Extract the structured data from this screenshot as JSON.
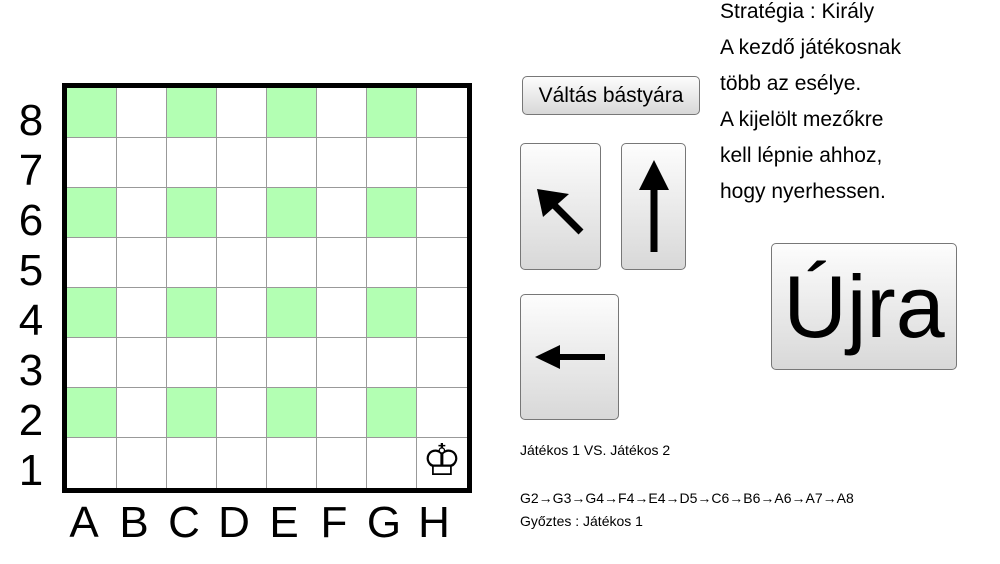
{
  "board": {
    "ranks": [
      "8",
      "7",
      "6",
      "5",
      "4",
      "3",
      "2",
      "1"
    ],
    "files": [
      "A",
      "B",
      "C",
      "D",
      "E",
      "F",
      "G",
      "H"
    ],
    "highlighted": [
      "A8",
      "C8",
      "E8",
      "G8",
      "A6",
      "C6",
      "E6",
      "G6",
      "A4",
      "C4",
      "E4",
      "G4",
      "A2",
      "C2",
      "E2",
      "G2"
    ],
    "pieces": [
      {
        "square": "H1",
        "piece": "white-king",
        "glyph": "♔"
      }
    ],
    "highlight_color": "#b3ffb3"
  },
  "controls": {
    "switch_label": "Váltás bástyára",
    "restart_label": "Újra",
    "arrows": [
      {
        "name": "up-left-arrow",
        "glyph": "🡔"
      },
      {
        "name": "up-arrow",
        "glyph": "🡑"
      },
      {
        "name": "left-arrow",
        "glyph": "🡐"
      }
    ]
  },
  "info": {
    "lines": [
      "Stratégia : Király",
      "A kezdő játékosnak",
      "több az esélye.",
      "A kijelölt mezőkre",
      "kell lépnie ahhoz,",
      "hogy nyerhessen."
    ]
  },
  "game": {
    "players": "Játékos 1 VS. Játékos 2",
    "moves": "G2→G3→G4→F4→E4→D5→C6→B6→A6→A7→A8",
    "winner": "Győztes : Játékos 1"
  }
}
